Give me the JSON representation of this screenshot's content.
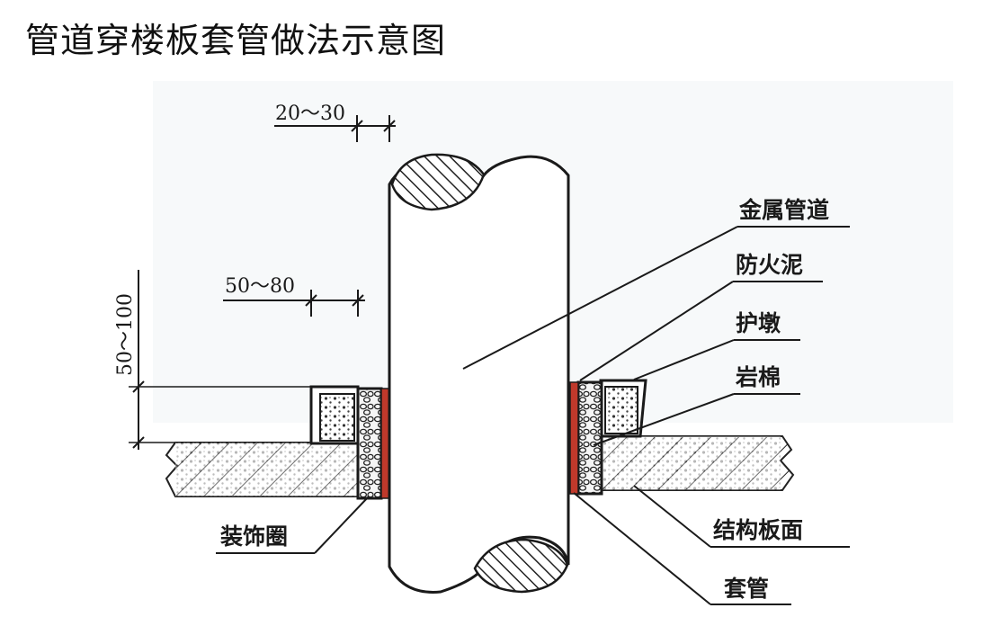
{
  "title": "管道穿楼板套管做法示意图",
  "dimensions": {
    "gap": "20～30",
    "ring_width": "50～80",
    "ring_height": "50～100"
  },
  "labels": {
    "metal_pipe": "金属管道",
    "fireproof_mud": "防火泥",
    "protective_pier": "护墩",
    "rock_wool": "岩棉",
    "decorative_ring": "装饰圈",
    "slab_surface": "结构板面",
    "sleeve": "套管"
  },
  "colors": {
    "line": "#1a1a1a",
    "sleeve_red": "#c0392b",
    "background": "#ffffff",
    "wash": "#eef1f4"
  }
}
